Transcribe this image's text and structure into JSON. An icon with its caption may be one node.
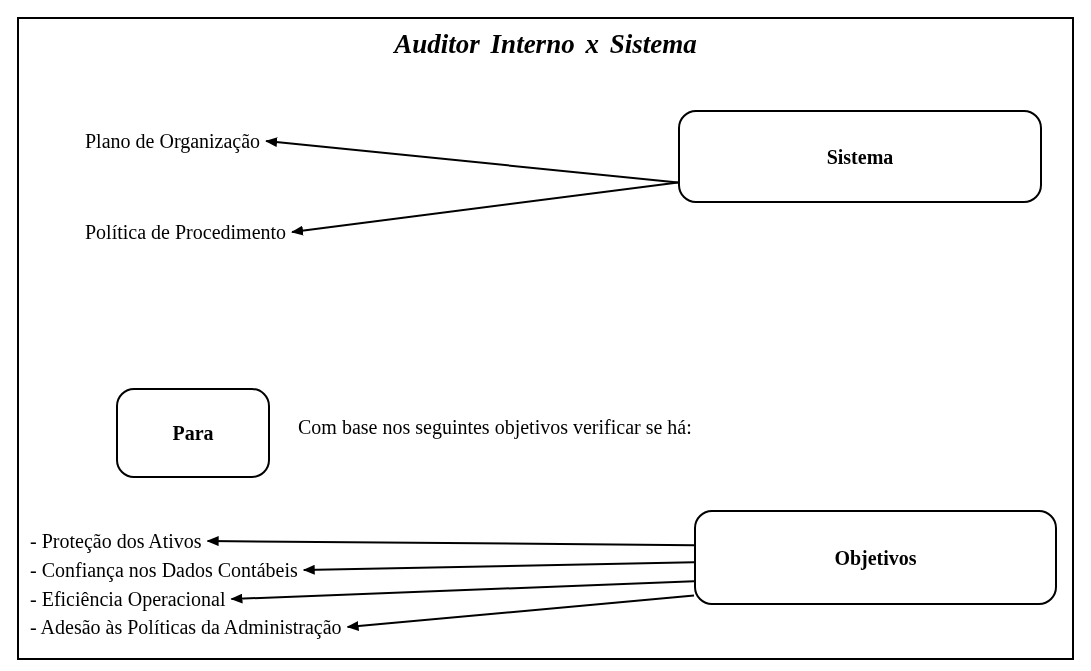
{
  "diagram": {
    "title": "Auditor Interno x Sistema",
    "nodes": [
      {
        "text": [
          "Sistema"
        ]
      },
      {
        "text": [
          "Plano de Organização"
        ]
      },
      {
        "text": [
          "Política de Procedimento"
        ]
      },
      {
        "text": [
          "Para"
        ]
      },
      {
        "text": [
          "Objetivos"
        ]
      },
      {
        "text": [
          "- Proteção dos Ativos"
        ]
      },
      {
        "text": [
          "- Confiança nos Dados Contábeis"
        ]
      },
      {
        "text": [
          "- Eficiência Operacional"
        ]
      },
      {
        "text": [
          "- Adesão às Políticas da Administração"
        ]
      }
    ],
    "edges": [
      {
        "from": 0,
        "to": 1,
        "arrow": "to"
      },
      {
        "from": 0,
        "to": 2,
        "arrow": "to"
      },
      {
        "from": 4,
        "to": 5,
        "arrow": "to"
      },
      {
        "from": 4,
        "to": 6,
        "arrow": "to"
      },
      {
        "from": 4,
        "to": 7,
        "arrow": "to"
      },
      {
        "from": 4,
        "to": 8,
        "arrow": "to"
      }
    ],
    "labels": [
      "Com base nos seguintes objetivos verificar se há:"
    ]
  }
}
